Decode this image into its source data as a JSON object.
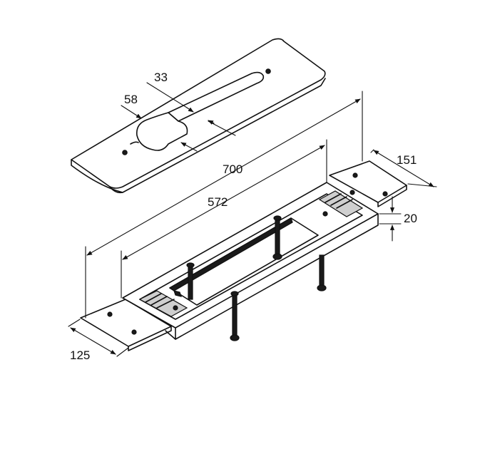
{
  "dimensions": {
    "d33": "33",
    "d58": "58",
    "d700": "700",
    "d572": "572",
    "d151": "151",
    "d20": "20",
    "d125": "125"
  }
}
